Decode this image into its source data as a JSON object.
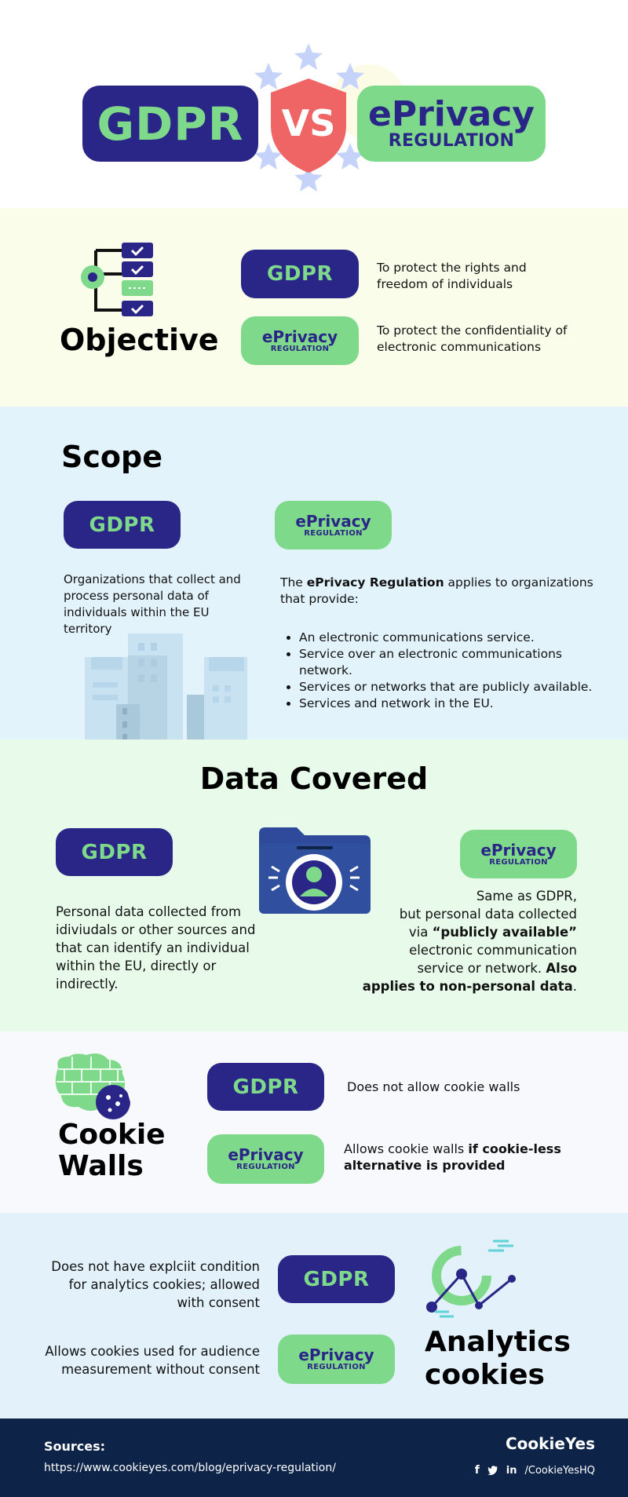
{
  "header": {
    "gdpr": "GDPR",
    "vs": "VS",
    "eprivacy": "ePrivacy",
    "regulation": "REGULATION"
  },
  "labels": {
    "gdpr": "GDPR",
    "eprivacy": "ePrivacy",
    "regulation": "REGULATION"
  },
  "objective": {
    "title": "Objective",
    "gdpr_text": "To protect the rights and freedom of individuals",
    "ep_text": "To protect the confidentiality of electronic communications"
  },
  "scope": {
    "title": "Scope",
    "gdpr_text": "Organizations that collect and process personal data of individuals within the EU territory",
    "ep_intro_prefix": "The ",
    "ep_intro_bold": "ePrivacy Regulation",
    "ep_intro_suffix": " applies to organizations that provide:",
    "bullets": [
      "An electronic communications service.",
      "Service over an electronic communications network.",
      "Services or networks that are publicly available.",
      "Services and network in the EU."
    ]
  },
  "data_covered": {
    "title": "Data Covered",
    "gdpr_text": "Personal data collected from idiviudals or other sources and that can identify an individual within the EU, directly or indirectly.",
    "ep_line1": "Same as GDPR,",
    "ep_line2": "but personal data collected",
    "ep_line3_prefix": "via ",
    "ep_line3_bold": "“publicly available”",
    "ep_line4": "electronic communication",
    "ep_line5_prefix": "service or network. ",
    "ep_line5_bold": "Also",
    "ep_line6_bold": "applies to non-personal data",
    "ep_line6_suffix": "."
  },
  "cookie_walls": {
    "title_line1": "Cookie",
    "title_line2": "Walls",
    "gdpr_text": "Does not allow cookie walls",
    "ep_prefix": "Allows cookie walls ",
    "ep_bold": "if cookie-less alternative is provided"
  },
  "analytics": {
    "title_line1": "Analytics",
    "title_line2": "cookies",
    "gdpr_text": "Does not have explciit condition for analytics cookies; allowed with consent",
    "ep_text": "Allows cookies used for audience measurement without consent"
  },
  "footer": {
    "sources_label": "Sources:",
    "url": "https://www.cookieyes.com/blog/eprivacy-regulation/",
    "brand": "CookieYes",
    "handle": "/CookieYesHQ",
    "icons": [
      "facebook-icon",
      "twitter-icon",
      "linkedin-icon"
    ]
  },
  "colors": {
    "navy": "#2a2687",
    "green": "#7ed98a",
    "red": "#ef6464",
    "footer": "#0e2348"
  }
}
